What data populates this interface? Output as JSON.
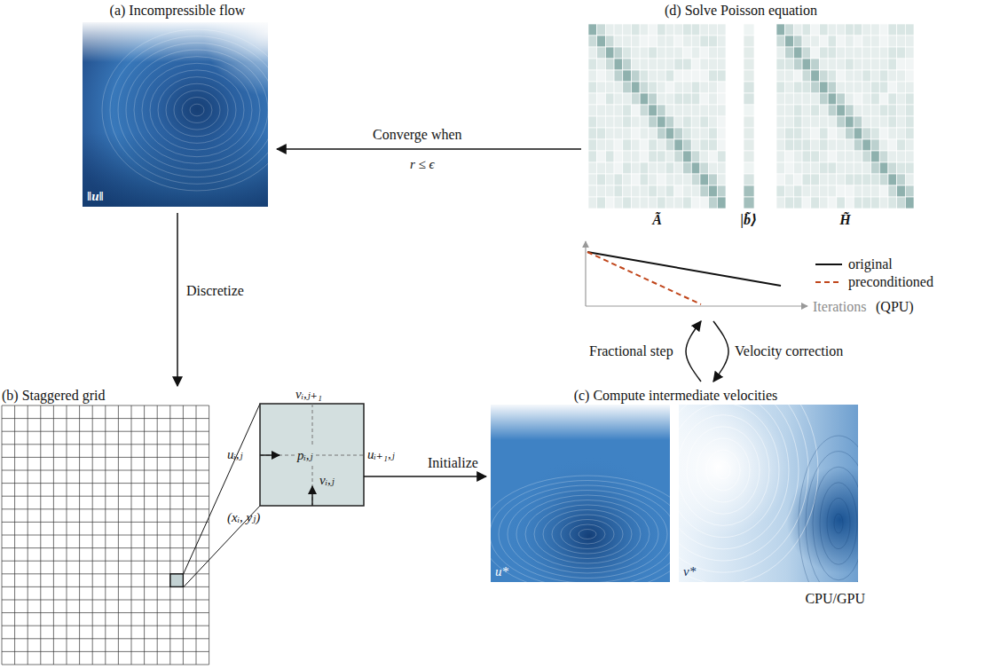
{
  "diagram": {
    "nodes": [
      {
        "text": [
          "(a) Incompressible flow"
        ]
      },
      {
        "text": [
          "‖u‖"
        ],
        "in": 0
      },
      {
        "text": [
          "(b) Staggered grid"
        ]
      },
      {
        "text": [
          "pᵢ,ⱼ"
        ],
        "in": 2
      },
      {
        "text": [
          "(c) Compute intermediate velocities",
          "CPU/GPU"
        ]
      },
      {
        "text": [
          "u*"
        ],
        "in": 4
      },
      {
        "text": [
          "v*"
        ],
        "in": 4
      },
      {
        "text": [
          "(d) Solve Poisson equation"
        ]
      },
      {
        "text": [
          "Ã"
        ],
        "in": 7
      },
      {
        "text": [
          "|b̃⟩"
        ],
        "in": 7
      },
      {
        "text": [
          "H̃"
        ],
        "in": 7
      }
    ],
    "edges": [
      {
        "from": 7,
        "to": 0,
        "arrow": "to",
        "label": "Converge when"
      },
      {
        "from": 0,
        "to": 2,
        "arrow": "to",
        "label": "Discretize"
      },
      {
        "from": 3,
        "to": 4,
        "arrow": "to",
        "label": "Initialize"
      },
      {
        "from": 4,
        "to": 7,
        "arrow": "to",
        "label": "Fractional step"
      },
      {
        "from": 7,
        "to": 4,
        "arrow": "to",
        "label": "Velocity correction"
      }
    ],
    "labels": [
      "r ≤ ϵ",
      "vᵢ,ⱼ₊₁",
      "uᵢ,ⱼ",
      "uᵢ₊₁,ⱼ",
      "vᵢ,ⱼ",
      "(xᵢ, yⱼ)",
      "Iterations",
      "(QPU)"
    ],
    "legend": [
      {
        "text": "original"
      },
      {
        "text": "preconditioned"
      }
    ]
  }
}
